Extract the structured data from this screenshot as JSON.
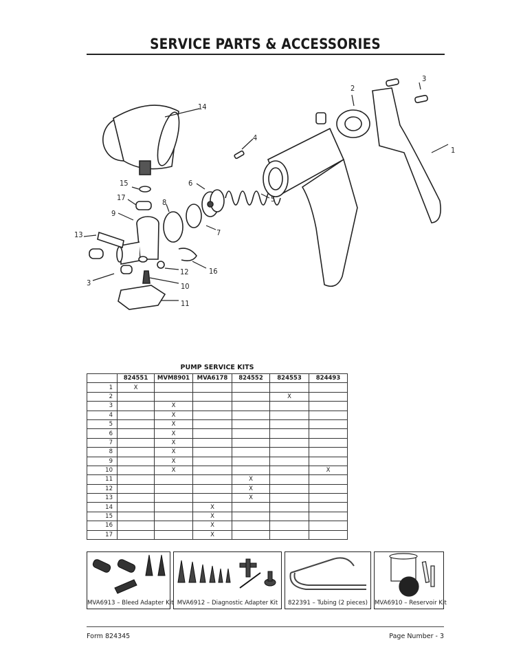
{
  "page": {
    "title": "SERVICE PARTS & ACCESSORIES"
  },
  "diagram": {
    "callouts": [
      "1",
      "2",
      "3",
      "4",
      "5",
      "6",
      "7",
      "8",
      "9",
      "10",
      "11",
      "12",
      "13",
      "14",
      "15",
      "16",
      "17",
      "3"
    ]
  },
  "kits_table": {
    "title": "PUMP SERVICE KITS",
    "columns": [
      "824551",
      "MVM8901",
      "MVA6178",
      "824552",
      "824553",
      "824493"
    ],
    "rows": [
      {
        "num": "1",
        "marks": [
          "X",
          "",
          "",
          "",
          "",
          ""
        ]
      },
      {
        "num": "2",
        "marks": [
          "",
          "",
          "",
          "",
          "X",
          ""
        ]
      },
      {
        "num": "3",
        "marks": [
          "",
          "X",
          "",
          "",
          "",
          ""
        ]
      },
      {
        "num": "4",
        "marks": [
          "",
          "X",
          "",
          "",
          "",
          ""
        ]
      },
      {
        "num": "5",
        "marks": [
          "",
          "X",
          "",
          "",
          "",
          ""
        ]
      },
      {
        "num": "6",
        "marks": [
          "",
          "X",
          "",
          "",
          "",
          ""
        ]
      },
      {
        "num": "7",
        "marks": [
          "",
          "X",
          "",
          "",
          "",
          ""
        ]
      },
      {
        "num": "8",
        "marks": [
          "",
          "X",
          "",
          "",
          "",
          ""
        ]
      },
      {
        "num": "9",
        "marks": [
          "",
          "X",
          "",
          "",
          "",
          ""
        ]
      },
      {
        "num": "10",
        "marks": [
          "",
          "X",
          "",
          "",
          "",
          "X"
        ]
      },
      {
        "num": "11",
        "marks": [
          "",
          "",
          "",
          "X",
          "",
          ""
        ]
      },
      {
        "num": "12",
        "marks": [
          "",
          "",
          "",
          "X",
          "",
          ""
        ]
      },
      {
        "num": "13",
        "marks": [
          "",
          "",
          "",
          "X",
          "",
          ""
        ]
      },
      {
        "num": "14",
        "marks": [
          "",
          "",
          "X",
          "",
          "",
          ""
        ]
      },
      {
        "num": "15",
        "marks": [
          "",
          "",
          "X",
          "",
          "",
          ""
        ]
      },
      {
        "num": "16",
        "marks": [
          "",
          "",
          "X",
          "",
          "",
          ""
        ]
      },
      {
        "num": "17",
        "marks": [
          "",
          "",
          "X",
          "",
          "",
          ""
        ]
      }
    ]
  },
  "accessories": [
    {
      "caption": "MVA6913 – Bleed Adapter Kit"
    },
    {
      "caption": "MVA6912 – Diagnostic Adapter Kit"
    },
    {
      "caption": "822391 – Tubing (2 pieces)"
    },
    {
      "caption": "MVA6910 – Reservoir Kit"
    }
  ],
  "footer": {
    "form": "Form  824345",
    "page": "Page Number - 3"
  }
}
